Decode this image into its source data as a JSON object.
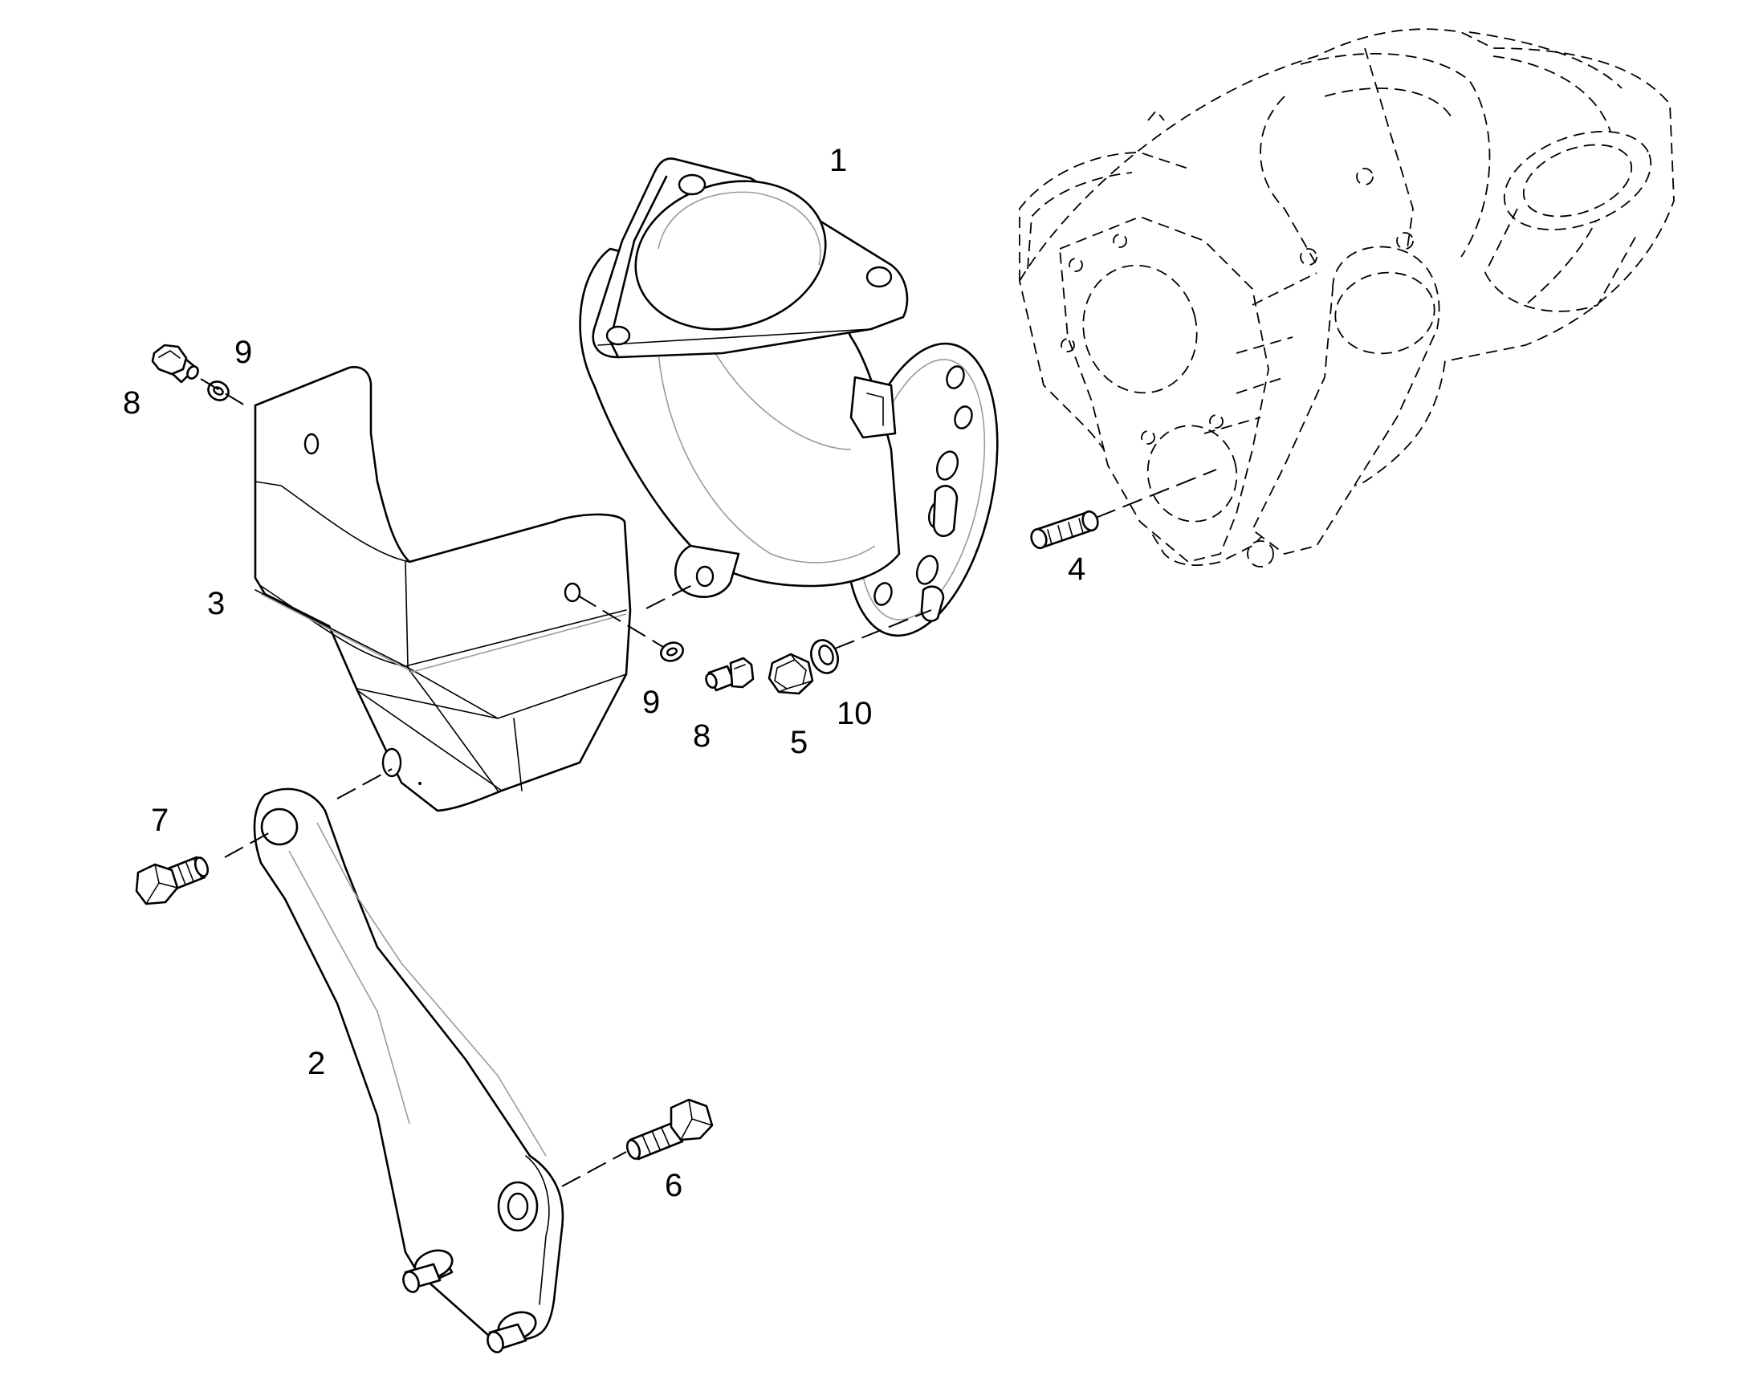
{
  "callouts": [
    {
      "id": "1",
      "label": "1"
    },
    {
      "id": "2",
      "label": "2"
    },
    {
      "id": "3",
      "label": "3"
    },
    {
      "id": "4",
      "label": "4"
    },
    {
      "id": "5",
      "label": "5"
    },
    {
      "id": "6",
      "label": "6"
    },
    {
      "id": "7",
      "label": "7"
    },
    {
      "id": "8a",
      "label": "8"
    },
    {
      "id": "8b",
      "label": "8"
    },
    {
      "id": "9a",
      "label": "9"
    },
    {
      "id": "9b",
      "label": "9"
    },
    {
      "id": "10",
      "label": "10"
    }
  ]
}
